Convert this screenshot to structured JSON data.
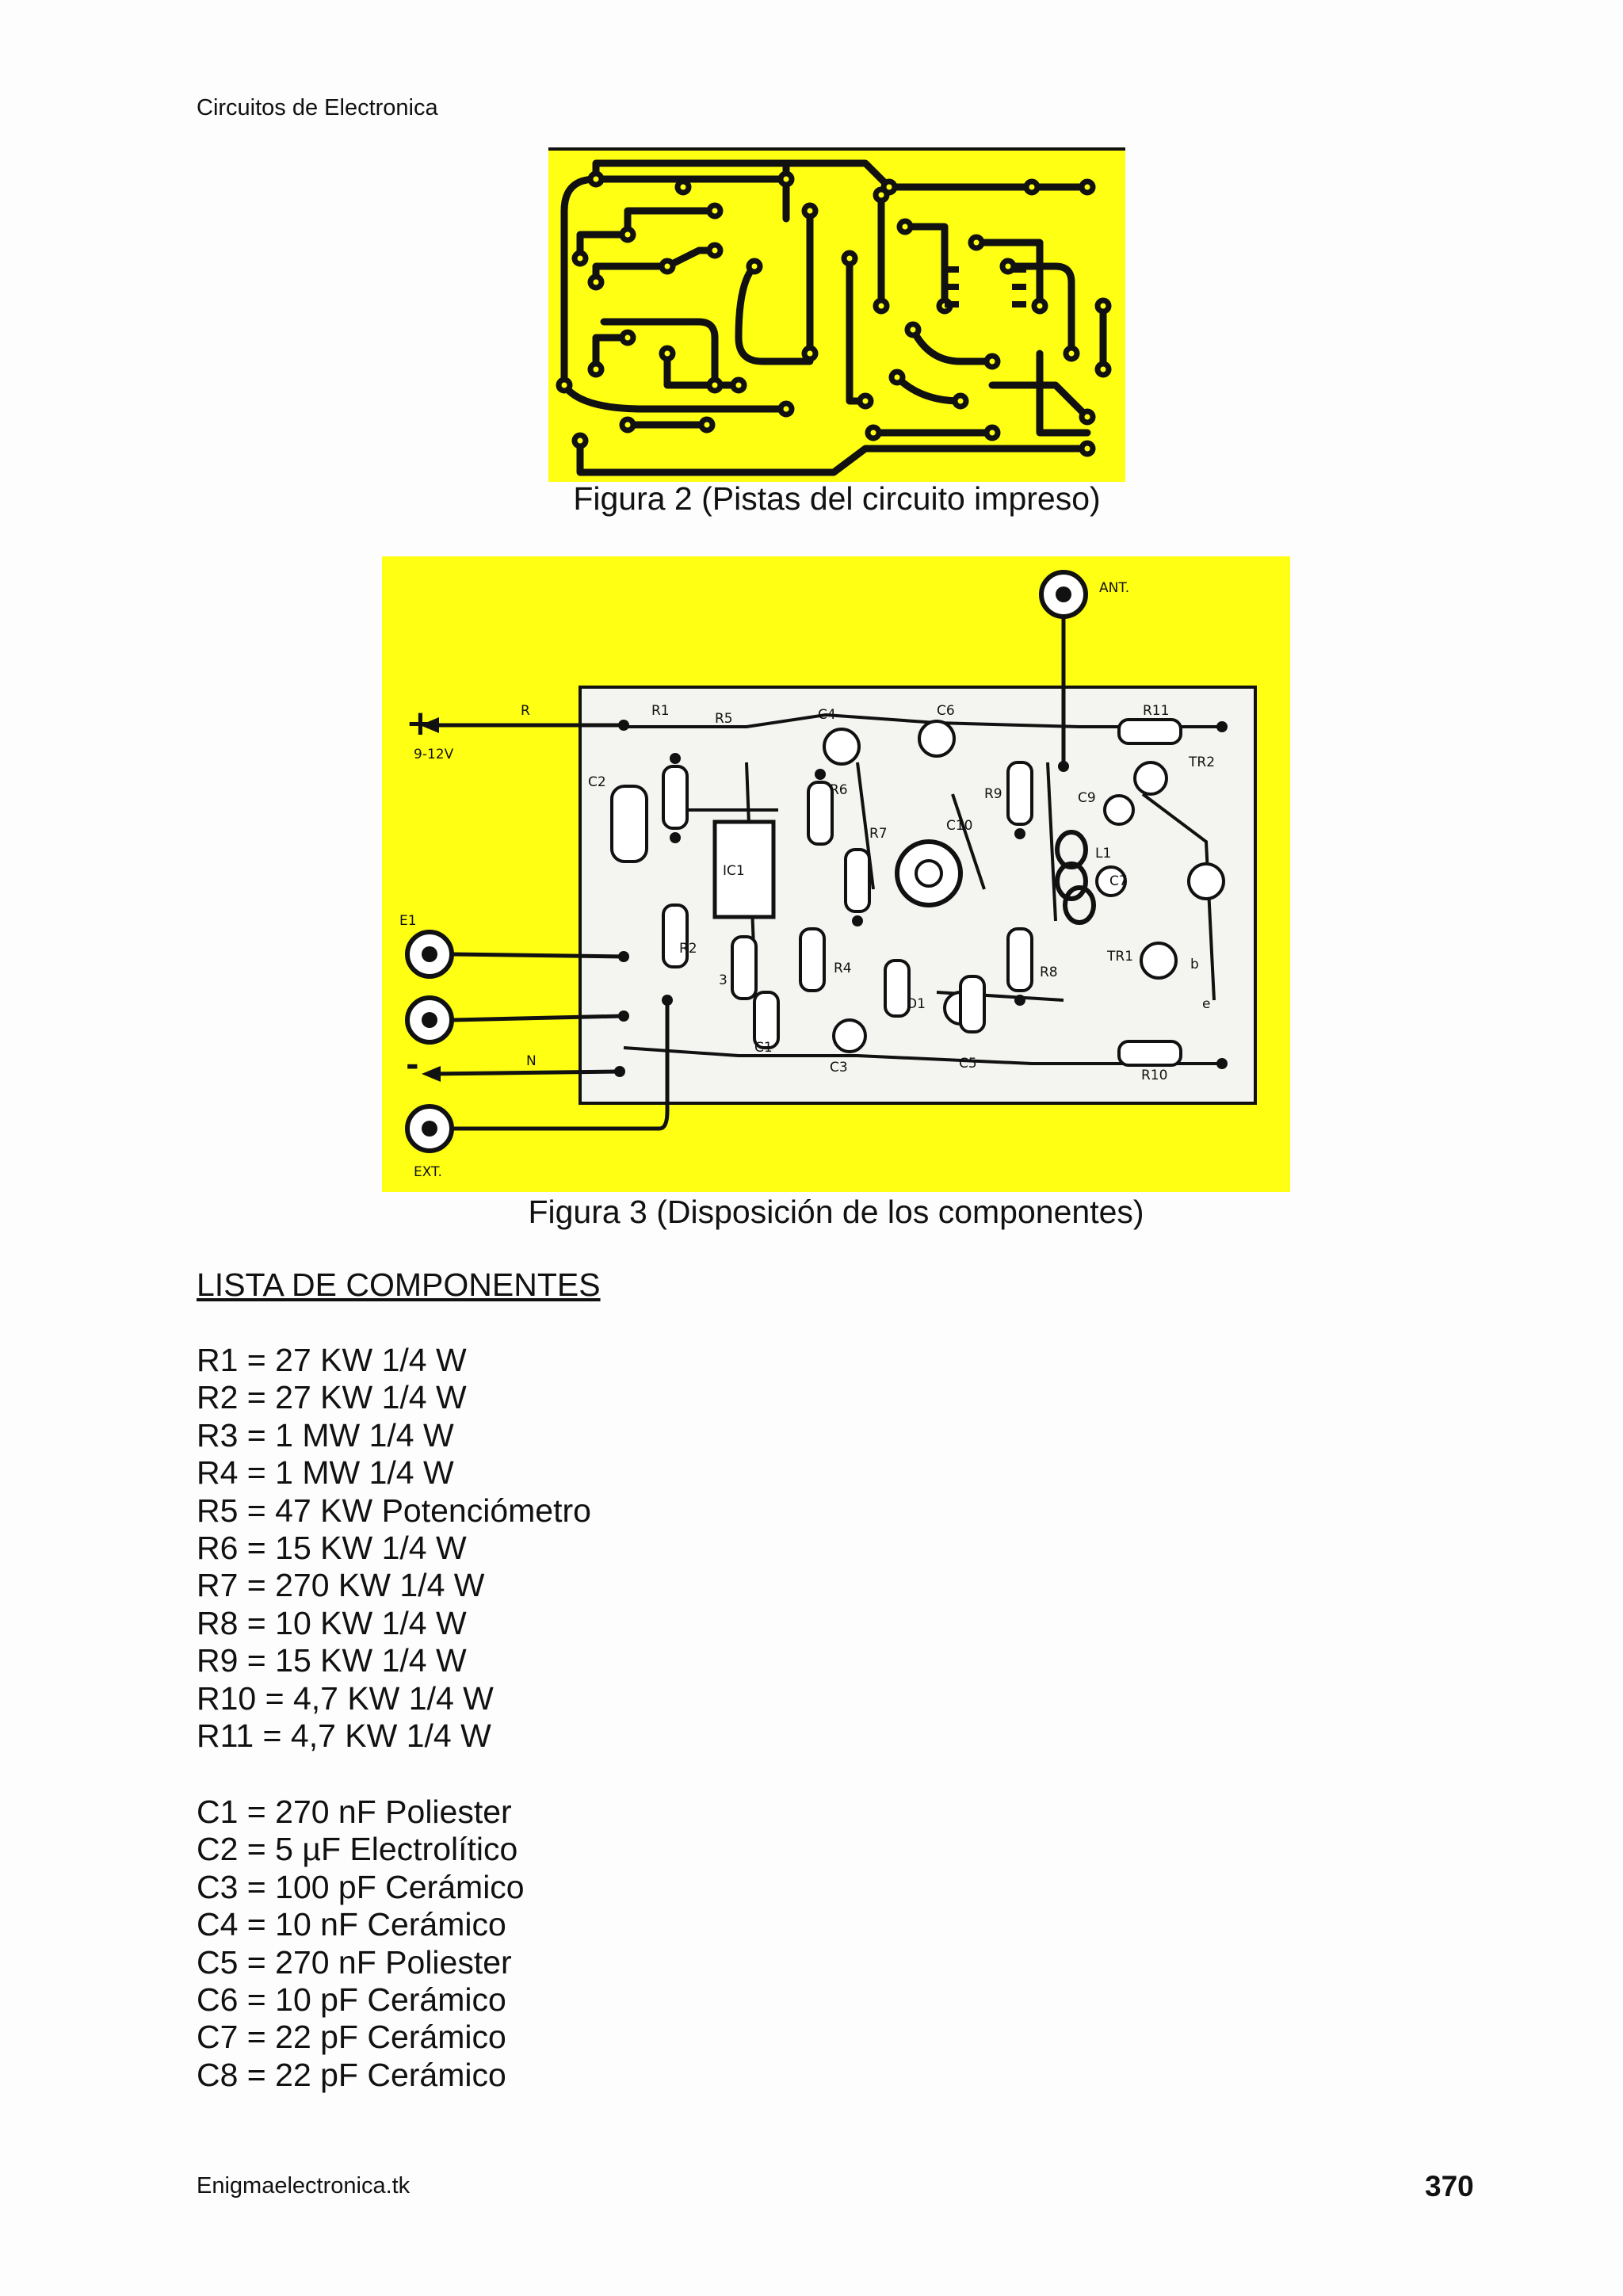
{
  "header": {
    "title": "Circuitos de Electronica"
  },
  "figure2": {
    "caption": "Figura 2 (Pistas del circuito impreso)"
  },
  "figure3": {
    "caption": "Figura 3 (Disposición de los componentes)",
    "labels": {
      "plus": "+",
      "minus": "-",
      "voltage": "9-12V",
      "r": "R",
      "n": "N",
      "ant": "ANT.",
      "e1": "E1",
      "ext": "EXT.",
      "r1": "R1",
      "r2": "R2",
      "r3": "3",
      "r4": "R4",
      "r5": "R5",
      "r6": "R6",
      "r7": "R7",
      "r8": "R8",
      "r9": "R9",
      "r10": "R10",
      "r11": "R11",
      "ic1": "IC1",
      "c1": "C1",
      "c2": "C2",
      "c3": "C3",
      "c4": "C4",
      "c5": "C5",
      "c6": "C6",
      "c7": "C7",
      "c9": "C9",
      "c10": "C10",
      "d1": "D1",
      "l1": "L1",
      "tr1": "TR1",
      "tr2": "TR2",
      "b": "b",
      "e": "e"
    }
  },
  "components": {
    "title": "LISTA DE COMPONENTES",
    "resistors": [
      "R1 = 27 KW 1/4 W",
      "R2 = 27 KW 1/4 W",
      "R3 = 1 MW 1/4 W",
      "R4 = 1 MW 1/4 W",
      "R5 = 47 KW Potenciómetro",
      "R6 = 15 KW 1/4 W",
      "R7 = 270 KW 1/4 W",
      "R8 = 10 KW 1/4 W",
      "R9 = 15 KW 1/4 W",
      "R10 = 4,7 KW 1/4 W",
      "R11 = 4,7 KW 1/4 W"
    ],
    "capacitors": [
      "C1 = 270 nF Poliester",
      "C2 = 5 µF Electrolítico",
      "C3 = 100 pF Cerámico",
      "C4 = 10 nF Cerámico",
      "C5 = 270 nF Poliester",
      "C6 = 10 pF Cerámico",
      "C7 = 22 pF Cerámico",
      "C8 = 22 pF Cerámico"
    ]
  },
  "footer": {
    "site": "Enigmaelectronica.tk",
    "page": "370"
  },
  "colors": {
    "figure_background": "#ffff14",
    "ink": "#111111",
    "board": "#f4f4f0"
  }
}
